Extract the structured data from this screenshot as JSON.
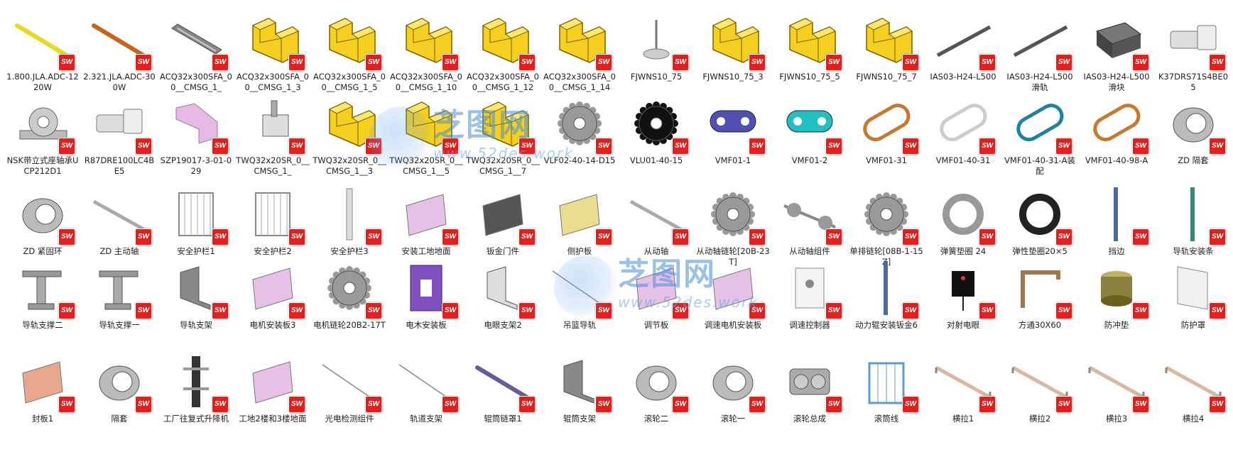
{
  "items": [
    {
      "label": "1.800.JLA.ADC-1220W",
      "icon": "rod-yellow-icon",
      "color": "#e8d820"
    },
    {
      "label": "2.321.JLA.ADC-300W",
      "icon": "rod-orange-icon",
      "color": "#c8641e"
    },
    {
      "label": "ACQ32x300SFA_00__CMSG_1_",
      "icon": "cylinder-gray-icon",
      "color": "#888888"
    },
    {
      "label": "ACQ32x300SFA_00__CMSG_1_3",
      "icon": "generic-part-icon",
      "color": "#f5d020"
    },
    {
      "label": "ACQ32x300SFA_00__CMSG_1_5",
      "icon": "generic-part-icon",
      "color": "#f5d020"
    },
    {
      "label": "ACQ32x300SFA_00__CMSG_1_10",
      "icon": "generic-part-icon",
      "color": "#f5d020"
    },
    {
      "label": "ACQ32x300SFA_00__CMSG_1_12",
      "icon": "generic-part-icon",
      "color": "#f5d020"
    },
    {
      "label": "ACQ32x300SFA_00__CMSG_1_14",
      "icon": "generic-part-icon",
      "color": "#f5d020"
    },
    {
      "label": "FJWNS10_75",
      "icon": "leveling-foot-icon",
      "color": "#999999"
    },
    {
      "label": "FJWNS10_75_3",
      "icon": "generic-part-icon",
      "color": "#f5d020"
    },
    {
      "label": "FJWNS10_75_5",
      "icon": "generic-part-icon",
      "color": "#f5d020"
    },
    {
      "label": "FJWNS10_75_7",
      "icon": "generic-part-icon",
      "color": "#f5d020"
    },
    {
      "label": "IAS03-H24-L500",
      "icon": "rail-icon",
      "color": "#555555"
    },
    {
      "label": "IAS03-H24-L500滑轨",
      "icon": "rail-icon",
      "color": "#555555"
    },
    {
      "label": "IAS03-H24-L500滑块",
      "icon": "slider-block-icon",
      "color": "#555555"
    },
    {
      "label": "K37DRS71S4BE05",
      "icon": "gearmotor-icon",
      "color": "#bbbbbb"
    },
    {
      "label": "NSK带立式座轴承UCP212D1",
      "icon": "pillow-block-icon",
      "color": "#aaaaaa"
    },
    {
      "label": "R87DRE100LC4BE5",
      "icon": "gearmotor-icon",
      "color": "#bbbbbb"
    },
    {
      "label": "SZP19017-3-01-029",
      "icon": "bracket-pink-icon",
      "color": "#e6b8e6"
    },
    {
      "label": "TWQ32x20SR_0__CMSG_1_",
      "icon": "cylinder-small-icon",
      "color": "#888888"
    },
    {
      "label": "TWQ32x20SR_0__CMSG_1__3",
      "icon": "generic-part-icon",
      "color": "#f5d020"
    },
    {
      "label": "TWQ32x20SR_0__CMSG_1__5",
      "icon": "generic-part-icon",
      "color": "#f5d020"
    },
    {
      "label": "TWQ32x20SR_0__CMSG_1__7",
      "icon": "generic-part-icon",
      "color": "#f5d020"
    },
    {
      "label": "VLF02-40-14-D15",
      "icon": "sprocket-icon",
      "color": "#999999"
    },
    {
      "label": "VLU01-40-15",
      "icon": "sprocket-black-icon",
      "color": "#111111"
    },
    {
      "label": "VMF01-1",
      "icon": "chain-link-blue-icon",
      "color": "#5050b0"
    },
    {
      "label": "VMF01-2",
      "icon": "chain-link-teal-icon",
      "color": "#20c0c0"
    },
    {
      "label": "VMF01-31",
      "icon": "chain-loop-orange-icon",
      "color": "#c87830"
    },
    {
      "label": "VMF01-40-31",
      "icon": "chain-loop-gray-icon",
      "color": "#cccccc"
    },
    {
      "label": "VMF01-40-31-A装配",
      "icon": "chain-assembly-icon",
      "color": "#2080a0"
    },
    {
      "label": "VMF01-40-98-A",
      "icon": "chain-loop-mixed-icon",
      "color": "#c87830"
    },
    {
      "label": "ZD 隔套",
      "icon": "ring-icon",
      "color": "#999999"
    },
    {
      "label": "ZD 紧固环",
      "icon": "ring-icon",
      "color": "#999999"
    },
    {
      "label": "ZD 主动轴",
      "icon": "shaft-icon",
      "color": "#aaaaaa"
    },
    {
      "label": "安全护栏1",
      "icon": "fence-icon",
      "color": "#999999"
    },
    {
      "label": "安全护栏2",
      "icon": "fence-icon",
      "color": "#999999"
    },
    {
      "label": "安全护栏3",
      "icon": "post-icon",
      "color": "#999999"
    },
    {
      "label": "安装工地地面",
      "icon": "plate-pink-icon",
      "color": "#e6c0e6"
    },
    {
      "label": "钣金门件",
      "icon": "plate-dark-icon",
      "color": "#555555"
    },
    {
      "label": "侧护板",
      "icon": "plate-cream-icon",
      "color": "#e8dc90"
    },
    {
      "label": "从动轴",
      "icon": "shaft-icon",
      "color": "#aaaaaa"
    },
    {
      "label": "从动轴链轮[20B-23T]",
      "icon": "sprocket-icon",
      "color": "#999999"
    },
    {
      "label": "从动轴组件",
      "icon": "shaft-assembly-icon",
      "color": "#888888"
    },
    {
      "label": "单排链轮[08B-1-15Z]",
      "icon": "sprocket-icon",
      "color": "#999999"
    },
    {
      "label": "弹簧垫圈 24",
      "icon": "washer-split-icon",
      "color": "#999999"
    },
    {
      "label": "弹性垫圈20×5",
      "icon": "washer-black-icon",
      "color": "#222222"
    },
    {
      "label": "挡边",
      "icon": "strip-blue-icon",
      "color": "#4a6aa0"
    },
    {
      "label": "导轨安装条",
      "icon": "strip-teal-icon",
      "color": "#3a8a7a"
    },
    {
      "label": "导轨支撑二",
      "icon": "support-icon",
      "color": "#888888"
    },
    {
      "label": "导轨支撑一",
      "icon": "support-icon",
      "color": "#888888"
    },
    {
      "label": "导轨支架",
      "icon": "bracket-gray-icon",
      "color": "#888888"
    },
    {
      "label": "电机安装板3",
      "icon": "plate-pink-icon",
      "color": "#e6c0e6"
    },
    {
      "label": "电机链轮20B2-17T",
      "icon": "sprocket-icon",
      "color": "#999999"
    },
    {
      "label": "电木安装板",
      "icon": "frame-purple-icon",
      "color": "#8050c0"
    },
    {
      "label": "电眼支架2",
      "icon": "bracket-white-icon",
      "color": "#dddddd"
    },
    {
      "label": "吊篮导轨",
      "icon": "wire-icon",
      "color": "#888888"
    },
    {
      "label": "调节板",
      "icon": "plate-pink-icon",
      "color": "#e6c0e6"
    },
    {
      "label": "调速电机安装板",
      "icon": "plate-pink-icon",
      "color": "#e6c0e6"
    },
    {
      "label": "调速控制器",
      "icon": "controller-box-icon",
      "color": "#eeeeee"
    },
    {
      "label": "动力辊安装钣金6",
      "icon": "strip-blue-icon",
      "color": "#4a6aa0"
    },
    {
      "label": "对射电眼",
      "icon": "sensor-icon",
      "color": "#111111"
    },
    {
      "label": "方通30X60",
      "icon": "tube-frame-icon",
      "color": "#a07850"
    },
    {
      "label": "防冲垫",
      "icon": "bumper-icon",
      "color": "#8a8040"
    },
    {
      "label": "防护罩",
      "icon": "cover-icon",
      "color": "#dddddd"
    },
    {
      "label": "封板1",
      "icon": "plate-salmon-icon",
      "color": "#e8a890"
    },
    {
      "label": "隔套",
      "icon": "ring-icon",
      "color": "#999999"
    },
    {
      "label": "工厂往复式升降机",
      "icon": "lift-icon",
      "color": "#444444"
    },
    {
      "label": "工地2楼和3楼地面",
      "icon": "plate-pink-icon",
      "color": "#e6c0e6"
    },
    {
      "label": "光电检测组件",
      "icon": "wire-icon",
      "color": "#888888"
    },
    {
      "label": "轨道支架",
      "icon": "wire-icon",
      "color": "#888888"
    },
    {
      "label": "辊筒链罩1",
      "icon": "rod-purple-icon",
      "color": "#6a5a9a"
    },
    {
      "label": "辊筒支架",
      "icon": "bracket-gray-icon",
      "color": "#888888"
    },
    {
      "label": "滚轮二",
      "icon": "roller-icon",
      "color": "#999999"
    },
    {
      "label": "滚轮一",
      "icon": "roller-icon",
      "color": "#999999"
    },
    {
      "label": "滚轮总成",
      "icon": "roller-assembly-icon",
      "color": "#888888"
    },
    {
      "label": "滚筒线",
      "icon": "cage-icon",
      "color": "#5a9ad0"
    },
    {
      "label": "横拉1",
      "icon": "beam-icon",
      "color": "#d8b8a0"
    },
    {
      "label": "横拉2",
      "icon": "beam-icon",
      "color": "#d8b8a0"
    },
    {
      "label": "横拉3",
      "icon": "beam-icon",
      "color": "#d8b8a0"
    },
    {
      "label": "横拉4",
      "icon": "beam-icon",
      "color": "#d8b8a0"
    }
  ],
  "badge": "SW",
  "watermark": {
    "title": "芝图网",
    "subtitle": "www.52des.work"
  }
}
